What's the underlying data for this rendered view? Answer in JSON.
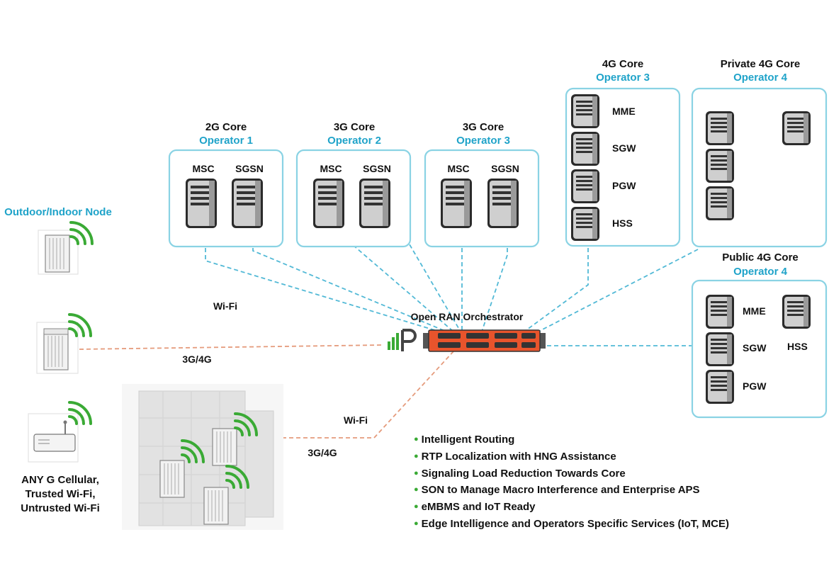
{
  "cores": {
    "c2g_op1": {
      "title": "2G Core",
      "operator": "Operator 1",
      "labels": [
        "MSC",
        "SGSN"
      ]
    },
    "c3g_op2": {
      "title": "3G Core",
      "operator": "Operator 2",
      "labels": [
        "MSC",
        "SGSN"
      ]
    },
    "c3g_op3": {
      "title": "3G Core",
      "operator": "Operator 3",
      "labels": [
        "MSC",
        "SGSN"
      ]
    },
    "c4g_op3": {
      "title": "4G Core",
      "operator": "Operator 3",
      "labels": [
        "MME",
        "SGW",
        "PGW",
        "HSS"
      ]
    },
    "private4g_op4": {
      "title": "Private 4G Core",
      "operator": "Operator 4"
    },
    "public4g_op4": {
      "title": "Public 4G Core",
      "operator": "Operator 4",
      "labels": [
        "MME",
        "SGW",
        "PGW",
        "HSS"
      ]
    }
  },
  "nodes": {
    "outdoor_indoor_label": "Outdoor/Indoor Node",
    "caption": [
      "ANY G Cellular,",
      "Trusted Wi-Fi,",
      "Untrusted Wi-Fi"
    ]
  },
  "links": {
    "wifi_upper": "Wi-Fi",
    "g34_upper": "3G/4G",
    "wifi_lower": "Wi-Fi",
    "g34_lower": "3G/4G"
  },
  "orchestrator": {
    "label": "Open RAN Orchestrator"
  },
  "features": [
    "Intelligent Routing",
    "RTP Localization with HNG Assistance",
    "Signaling Load Reduction Towards Core",
    "SON to Manage Macro Interference and Enterprise APS",
    "eMBMS and IoT Ready",
    "Edge Intelligence and Operators Specific Services (IoT, MCE)"
  ],
  "colors": {
    "accent_blue": "#1fa3c9",
    "link_blue": "#52b9d6",
    "link_orange": "#e59b7c",
    "wifi_green": "#3aaa35",
    "orchestrator_red": "#e8542c"
  }
}
